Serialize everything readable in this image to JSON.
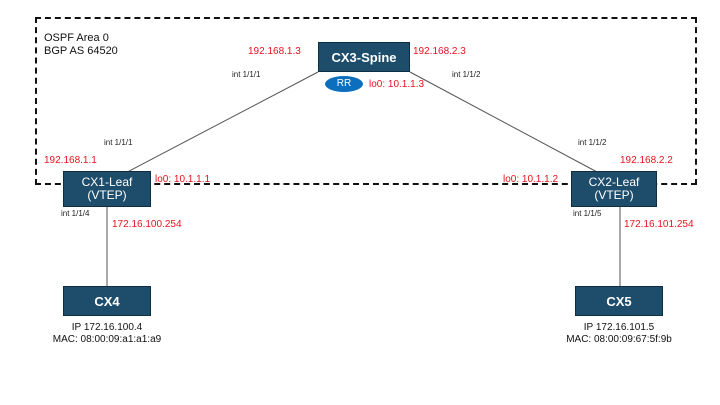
{
  "area": {
    "line1": "OSPF Area 0",
    "line2": "BGP AS 64520"
  },
  "nodes": {
    "spine": {
      "name": "CX3-Spine"
    },
    "leaf1": {
      "name": "CX1-Leaf",
      "role": "(VTEP)"
    },
    "leaf2": {
      "name": "CX2-Leaf",
      "role": "(VTEP)"
    },
    "cx4": {
      "name": "CX4"
    },
    "cx5": {
      "name": "CX5"
    }
  },
  "rr": {
    "label": "RR"
  },
  "labels": {
    "spine_ip_left": "192.168.1.3",
    "spine_ip_right": "192.168.2.3",
    "spine_port_left": "int 1/1/1",
    "spine_port_right": "int 1/1/2",
    "spine_lo": "lo0: 10.1.1.3",
    "leaf1_port_up": "int 1/1/1",
    "leaf1_ip": "192.168.1.1",
    "leaf1_lo": "lo0: 10.1.1.1",
    "leaf1_port_down": "int 1/1/4",
    "leaf1_host_ip": "172.16.100.254",
    "leaf2_port_up": "int 1/1/2",
    "leaf2_ip": "192.168.2.2",
    "leaf2_lo": "lo0: 10.1.1.2",
    "leaf2_port_down": "int 1/1/5",
    "leaf2_host_ip": "172.16.101.254"
  },
  "hosts": {
    "cx4": {
      "ip": "IP 172.16.100.4",
      "mac": "MAC: 08:00:09:a1:a1:a9"
    },
    "cx5": {
      "ip": "IP 172.16.101.5",
      "mac": "MAC: 08:00:09:67:5f:9b"
    }
  },
  "colors": {
    "node": "#1e4d6b",
    "address_text": "#e8121d",
    "rr_badge": "#0b6fbd"
  }
}
